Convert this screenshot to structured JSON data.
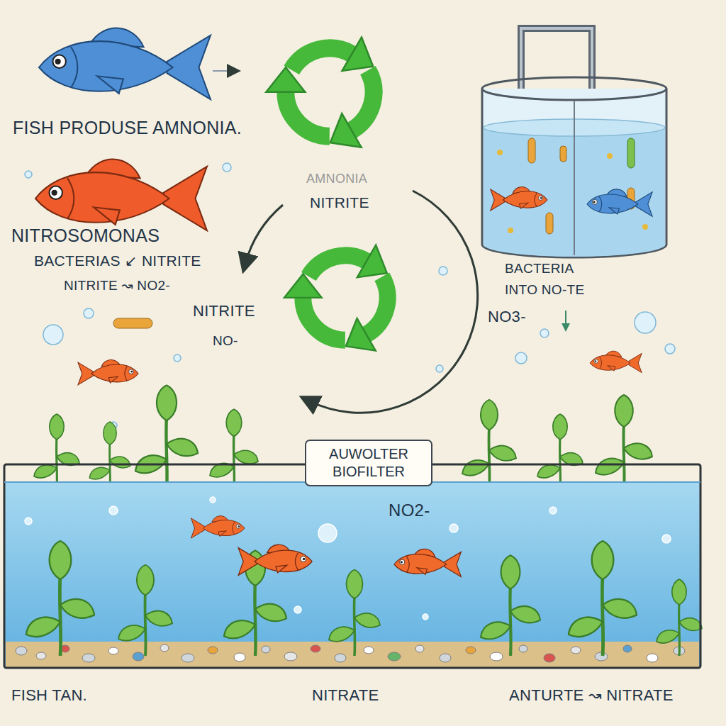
{
  "diagram": {
    "nodes": [
      {
        "text": [
          "AUWOLTER BIOFILTER"
        ]
      }
    ],
    "labels": [
      "FISH PRODUSE AMNONIA.",
      "AMNONIA",
      "NITRITE",
      "NITROSOMONAS",
      "BACTERIAS ↙ NITRITE",
      "NITRITE ↝ NO2-",
      "NITRITE",
      "NO-",
      "BACTERIA",
      "INTO NO-TE",
      "NO3-",
      "NO2-",
      "FISH TAN.",
      "NITRATE",
      "ANTURTE ↝ NITRATE"
    ]
  }
}
